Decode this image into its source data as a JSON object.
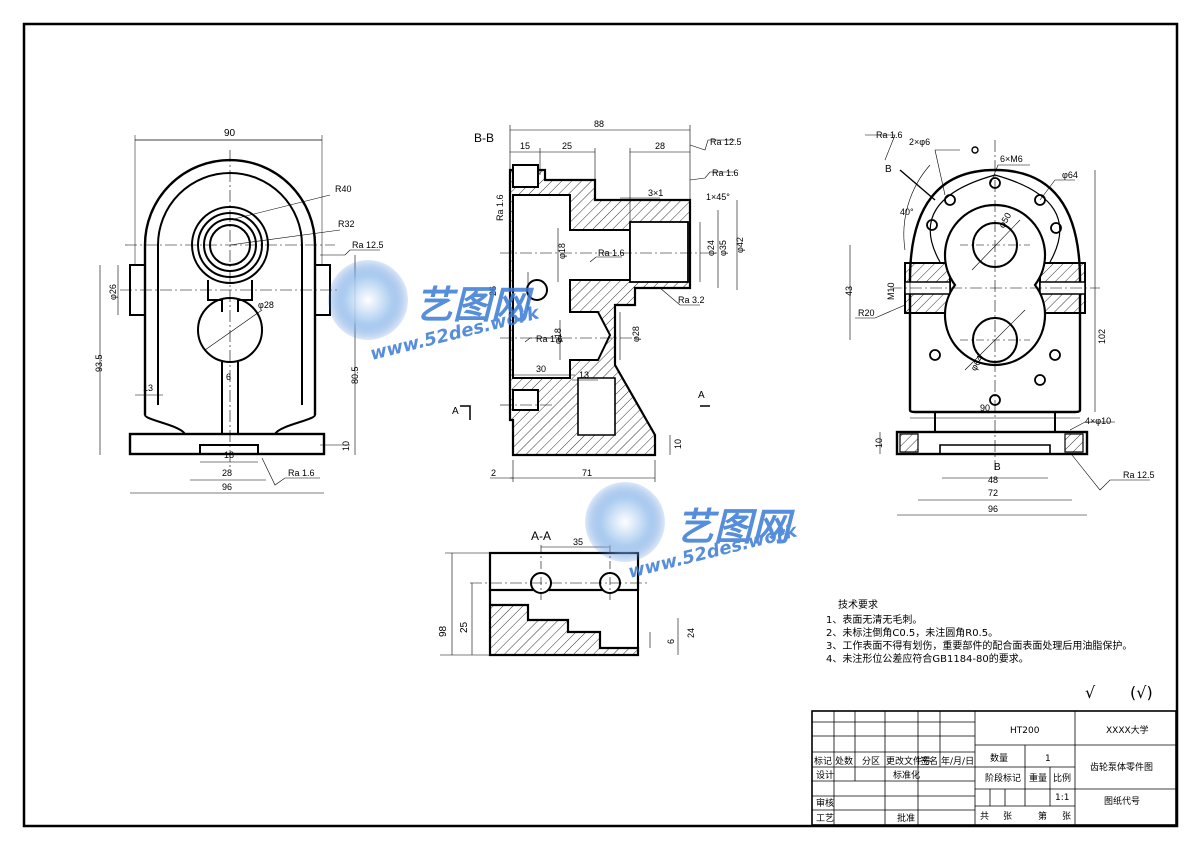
{
  "drawing": {
    "dims_front": [
      "90",
      "R40",
      "R32",
      "Ra 12.5",
      "φ26",
      "φ28",
      "93.5",
      "80.5",
      "13",
      "6",
      "10",
      "18",
      "28",
      "96",
      "Ra 1.6"
    ],
    "dims_section": [
      "B-B",
      "88",
      "15",
      "25",
      "28",
      "Ra 12.5",
      "Ra 1.6",
      "3×1",
      "1×45°",
      "Ra 1.6",
      "φ18",
      "φ24",
      "φ35",
      "φ42",
      "Ra 1.6",
      "26",
      "Ra 3.2",
      "Ra 1.6",
      "φ18",
      "φ28",
      "30",
      "13",
      "A",
      "A",
      "10",
      "2",
      "71"
    ],
    "dims_side": [
      "Ra 1.6",
      "2×φ6",
      "6×M6",
      "φ64",
      "B",
      "40°",
      "φ50",
      "43",
      "M10",
      "R20",
      "φ64",
      "102",
      "90",
      "4×φ10",
      "10",
      "B",
      "48",
      "72",
      "Ra 12.5",
      "96"
    ],
    "dims_aa": [
      "A-A",
      "35",
      "98",
      "25",
      "6",
      "24"
    ],
    "surface_mark": "√",
    "surface_mark_paren": "(√)"
  },
  "watermark": {
    "name": "艺图网",
    "url": "www.52des.work",
    "color": "#3a7bd5"
  },
  "notes": {
    "title": "技术要求",
    "items": [
      "1、表面无清无毛刺。",
      "2、未标注倒角C0.5，未注圆角R0.5。",
      "3、工作表面不得有划伤，重要部件的配合面表面处理后用油脂保护。",
      "4、未注形位公差应符合GB1184-80的要求。"
    ]
  },
  "title_block": {
    "material": "HT200",
    "school": "XXXX大学",
    "part_name": "齿轮泵体零件图",
    "drawing_code": "图纸代号",
    "qty_label": "数量",
    "qty": "1",
    "stage_label": "阶段标记",
    "weight_label": "重量",
    "ratio_label": "比例",
    "ratio": "1:1",
    "sheets_total": "共",
    "sheet_unit": "张",
    "sheet_no": "第",
    "sheet_unit2": "张",
    "row_mark": "标记",
    "row_count": "处数",
    "row_zone": "分区",
    "row_change": "更改文件号",
    "row_sign": "签名",
    "row_date": "年/月/日",
    "design": "设计",
    "standard": "标准化",
    "review": "审核",
    "process": "工艺",
    "approve": "批准"
  }
}
